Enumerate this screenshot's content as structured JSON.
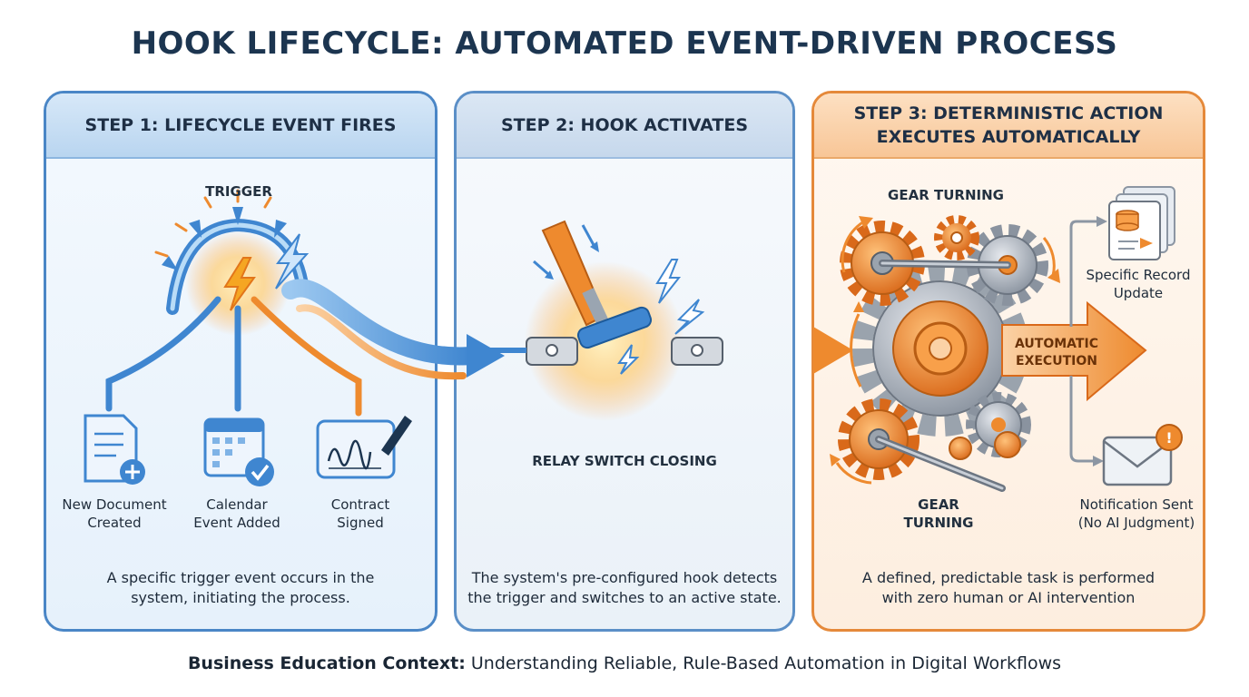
{
  "title": "HOOK LIFECYCLE: AUTOMATED EVENT-DRIVEN PROCESS",
  "steps": [
    {
      "heading": "STEP 1: LIFECYCLE EVENT FIRES",
      "trigger_label": "TRIGGER",
      "events": [
        {
          "label_line1": "New Document",
          "label_line2": "Created",
          "icon": "document-plus-icon"
        },
        {
          "label_line1": "Calendar",
          "label_line2": "Event Added",
          "icon": "calendar-check-icon"
        },
        {
          "label_line1": "Contract",
          "label_line2": "Signed",
          "icon": "signature-icon"
        }
      ],
      "description_line1": "A specific trigger event occurs in the",
      "description_line2": "system, initiating the process."
    },
    {
      "heading": "STEP 2: HOOK ACTIVATES",
      "switch_label": "RELAY SWITCH CLOSING",
      "description_line1": "The system's pre-configured hook detects",
      "description_line2": "the trigger and switches to an active state."
    },
    {
      "heading_line1": "STEP 3: DETERMINISTIC ACTION",
      "heading_line2": "EXECUTES AUTOMATICALLY",
      "gear_label_top": "GEAR TURNING",
      "gear_label_bottom_line1": "GEAR",
      "gear_label_bottom_line2": "TURNING",
      "execution_line1": "AUTOMATIC",
      "execution_line2": "EXECUTION",
      "outputs": [
        {
          "label_line1": "Specific Record",
          "label_line2": "Update",
          "icon": "database-record-icon"
        },
        {
          "label_line1": "Notification Sent",
          "label_line2": "(No AI Judgment)",
          "icon": "envelope-alert-icon"
        }
      ],
      "description_line1": "A defined, predictable task is performed",
      "description_line2": "with zero human or AI intervention"
    }
  ],
  "footer_bold": "Business Education Context:",
  "footer_text": " Understanding Reliable, Rule-Based Automation in Digital Workflows",
  "colors": {
    "blue": "#3f86d0",
    "orange": "#ee8a2e",
    "navy": "#1c3550",
    "gray": "#8c96a3"
  }
}
